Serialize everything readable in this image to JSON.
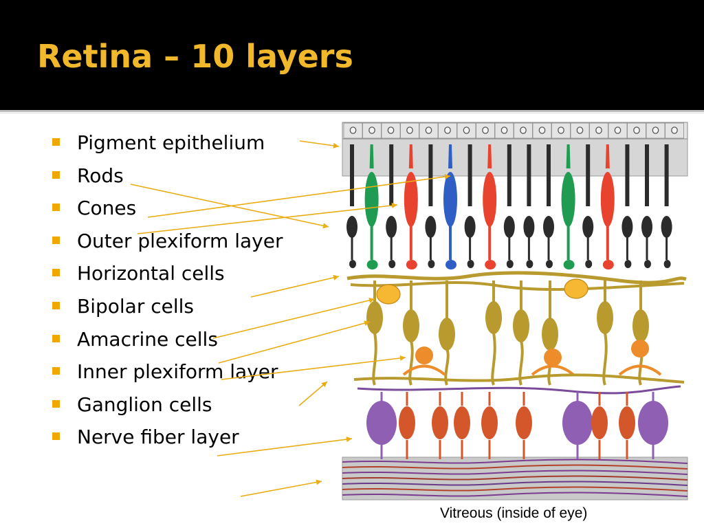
{
  "slide": {
    "title": "Retina – 10 layers",
    "caption": "Vitreous (inside of eye)"
  },
  "bullets": [
    "Pigment epithelium",
    "Rods",
    "Cones",
    "Outer plexiform layer",
    "Horizontal cells",
    "Bipolar cells",
    "Amacrine cells",
    "Inner plexiform layer",
    "Ganglion cells",
    "Nerve fiber layer"
  ],
  "colors": {
    "background": "#ffffff",
    "header": "#000000",
    "title": "#f2b82c",
    "text": "#000000",
    "bullet": "#f0a800",
    "arrow": "#e9ac12",
    "rod": "#2b2b2b",
    "cone_green": "#1f9c52",
    "cone_red": "#e8432e",
    "cone_blue": "#2f5fc4",
    "bipolar": "#b89a2e",
    "horizontal": "#f6b733",
    "amacrine": "#ec8c2a",
    "ganglion": "#d4562b",
    "ganglion_large": "#8e5fb3",
    "epithelium": "#d6d6d6",
    "nerve_fiber": "#c9c9c9"
  }
}
